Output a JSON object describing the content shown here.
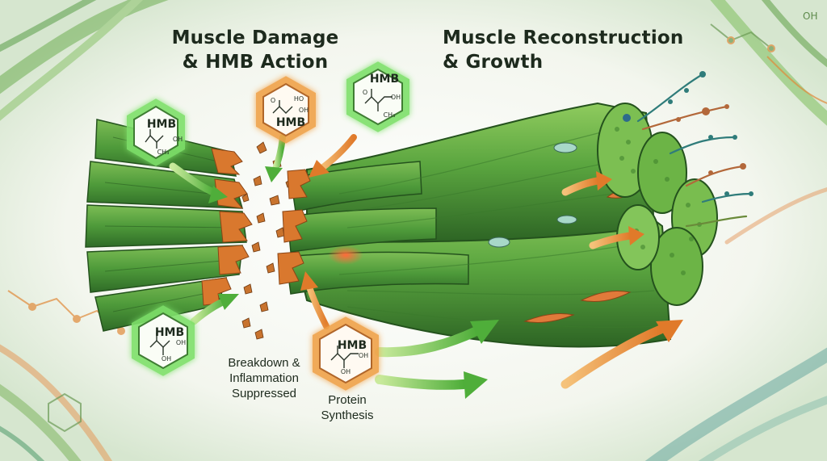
{
  "titles": {
    "left_line1": "Muscle Damage",
    "left_line2": "& HMB Action",
    "right_line1": "Muscle Reconstruction",
    "right_line2": "& Growth"
  },
  "captions": {
    "breakdown_line1": "Breakdown &",
    "breakdown_line2": "Inflammation",
    "breakdown_line3": "Suppressed",
    "protein_line1": "Protein",
    "protein_line2": "Synthesis"
  },
  "molecule": {
    "name": "HMB",
    "oh": "OH",
    "ho": "HO",
    "o": "O",
    "ch3": "CH₃"
  },
  "corner_label": "OH",
  "colors": {
    "muscle_green": "#4e9a3a",
    "muscle_dark": "#2f6b27",
    "damage_orange": "#d9782e",
    "arrow_green": "#6fc24f",
    "arrow_orange": "#e8883a",
    "hex_green_glow": "#7ee06a",
    "hex_orange_glow": "#f0a24a"
  }
}
